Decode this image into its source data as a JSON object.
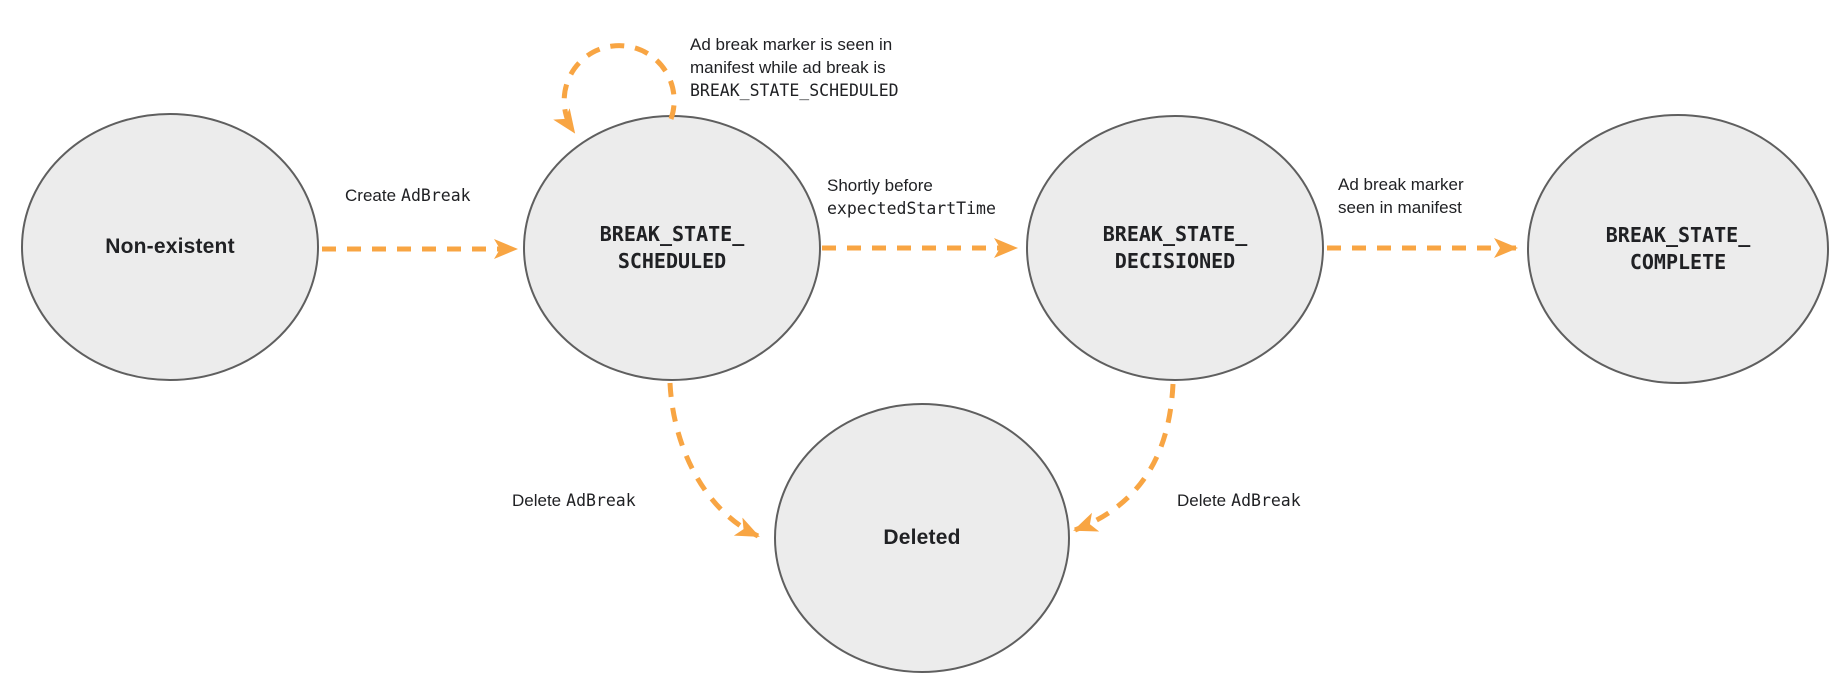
{
  "diagram": {
    "background": "#ffffff",
    "colors": {
      "arrow": "#F8A543",
      "node_fill": "#ececec",
      "node_stroke": "#5f5f5f",
      "text": "#202124"
    },
    "nodes": {
      "non_existent": {
        "label": "Non-existent"
      },
      "scheduled": {
        "line1": "BREAK_STATE_",
        "line2": "SCHEDULED"
      },
      "decisioned": {
        "line1": "BREAK_STATE_",
        "line2": "DECISIONED"
      },
      "complete": {
        "line1": "BREAK_STATE_",
        "line2": "COMPLETE"
      },
      "deleted": {
        "label": "Deleted"
      }
    },
    "edges": {
      "create": {
        "sans": "Create",
        "mono": "AdBreak"
      },
      "self_loop": {
        "line1": "Ad break marker is seen in",
        "line2": "manifest while ad break is",
        "line3": "BREAK_STATE_SCHEDULED"
      },
      "shortly": {
        "line1": "Shortly before",
        "line2": "expectedStartTime"
      },
      "marker_seen": {
        "line1": "Ad break marker",
        "line2": "seen in manifest"
      },
      "delete_left": {
        "sans": "Delete",
        "mono": "AdBreak"
      },
      "delete_right": {
        "sans": "Delete",
        "mono": "AdBreak"
      }
    }
  }
}
